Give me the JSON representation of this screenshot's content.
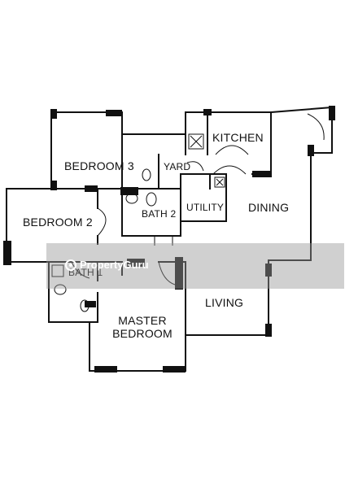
{
  "rooms": {
    "kitchen": "KITCHEN",
    "bedroom3": "BEDROOM 3",
    "yard": "YARD",
    "bath2": "BATH 2",
    "utility": "UTILITY",
    "dining": "DINING",
    "bedroom2": "BEDROOM 2",
    "bath1": "BATH 1",
    "living": "LIVING",
    "master_line1": "MASTER",
    "master_line2": "BEDROOM"
  },
  "watermark": {
    "brand": "PropertyGuru"
  },
  "colors": {
    "wall": "#111111",
    "watermark_band": "#969696"
  }
}
